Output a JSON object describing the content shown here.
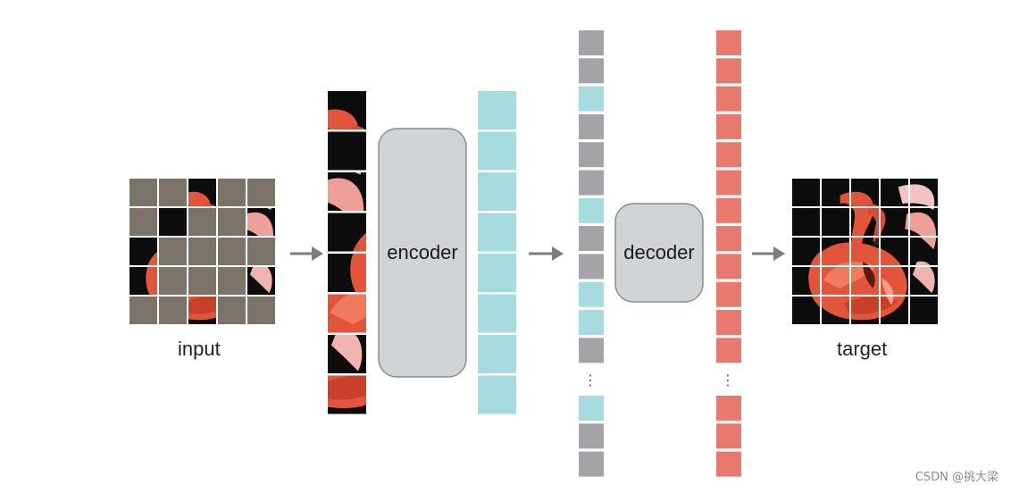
{
  "labels": {
    "input": "input",
    "target": "target",
    "encoder": "encoder",
    "decoder": "decoder"
  },
  "watermark": "CSDN @挑大梁",
  "colors": {
    "mask": "#7b7367",
    "visible_token": "#a6dbe0",
    "mask_token": "#a4a4a8",
    "decoder_output": "#e8796d",
    "box_fill": "#d1d4d6",
    "box_stroke": "#8a8f93",
    "arrow": "#7d7d7d",
    "flamingo": "#e2553a",
    "dark_bg": "#0c0c0c"
  },
  "input_grid": {
    "rows": 5,
    "cols": 5,
    "visible_cells": [
      [
        0,
        2
      ],
      [
        1,
        1
      ],
      [
        1,
        4
      ],
      [
        2,
        0
      ],
      [
        3,
        0
      ],
      [
        3,
        4
      ],
      [
        4,
        2
      ]
    ]
  },
  "visible_patch_count": 8,
  "encoder_outputs": {
    "count": 8
  },
  "decoder_inputs": {
    "pattern_top": [
      "mask",
      "mask",
      "visible",
      "mask",
      "mask",
      "mask",
      "visible",
      "mask",
      "mask",
      "visible",
      "visible",
      "mask"
    ],
    "pattern_bottom": [
      "visible",
      "mask",
      "mask"
    ]
  },
  "decoder_outputs": {
    "count_top": 12,
    "count_bottom": 3
  }
}
